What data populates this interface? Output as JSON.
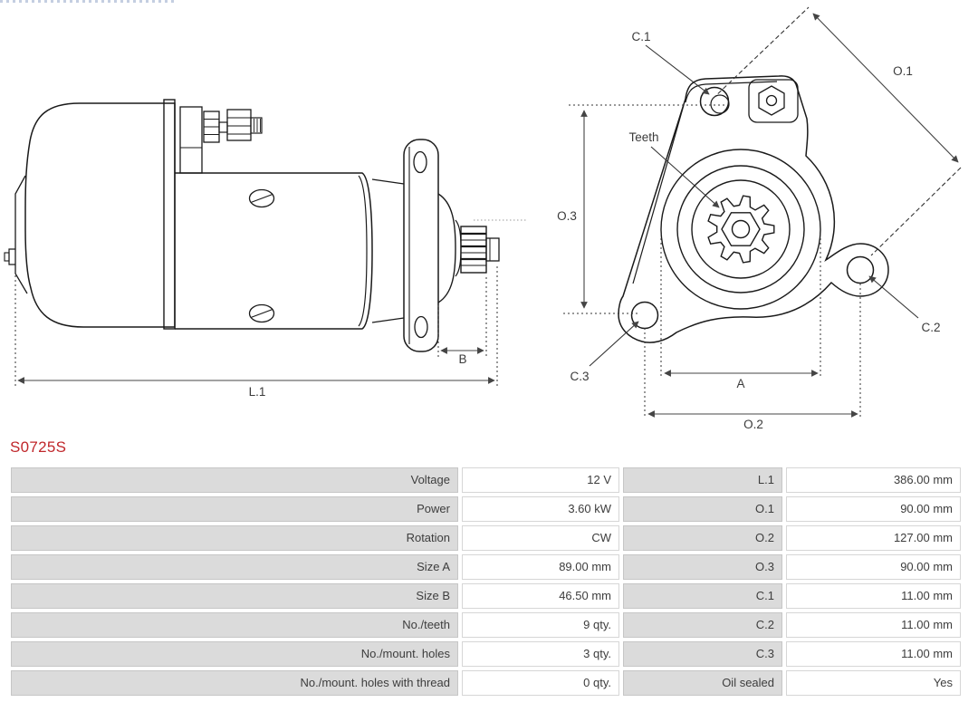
{
  "part_number": "S0725S",
  "colors": {
    "part_number_red": "#c0272b",
    "table_label_bg": "#dbdbdb",
    "table_value_bg": "#ffffff",
    "table_text": "#3d3d3d",
    "drawing_line": "#1a1a1a",
    "top_artifact_dashes": "#b9c6dc"
  },
  "side_view": {
    "dim_b": "B",
    "dim_l1": "L.1"
  },
  "front_view": {
    "label_c1": "C.1",
    "label_o1": "O.1",
    "label_teeth": "Teeth",
    "label_o3": "O.3",
    "label_c3": "C.3",
    "label_c2": "C.2",
    "label_a": "A",
    "label_o2": "O.2"
  },
  "spec_table": {
    "rows": [
      {
        "label_left": "Voltage",
        "value_left": "12 V",
        "label_right": "L.1",
        "value_right": "386.00 mm"
      },
      {
        "label_left": "Power",
        "value_left": "3.60 kW",
        "label_right": "O.1",
        "value_right": "90.00 mm"
      },
      {
        "label_left": "Rotation",
        "value_left": "CW",
        "label_right": "O.2",
        "value_right": "127.00 mm"
      },
      {
        "label_left": "Size A",
        "value_left": "89.00 mm",
        "label_right": "O.3",
        "value_right": "90.00 mm"
      },
      {
        "label_left": "Size B",
        "value_left": "46.50 mm",
        "label_right": "C.1",
        "value_right": "11.00 mm"
      },
      {
        "label_left": "No./teeth",
        "value_left": "9 qty.",
        "label_right": "C.2",
        "value_right": "11.00 mm"
      },
      {
        "label_left": "No./mount. holes",
        "value_left": "3 qty.",
        "label_right": "C.3",
        "value_right": "11.00 mm"
      },
      {
        "label_left": "No./mount. holes with thread",
        "value_left": "0 qty.",
        "label_right": "Oil sealed",
        "value_right": "Yes"
      }
    ]
  }
}
